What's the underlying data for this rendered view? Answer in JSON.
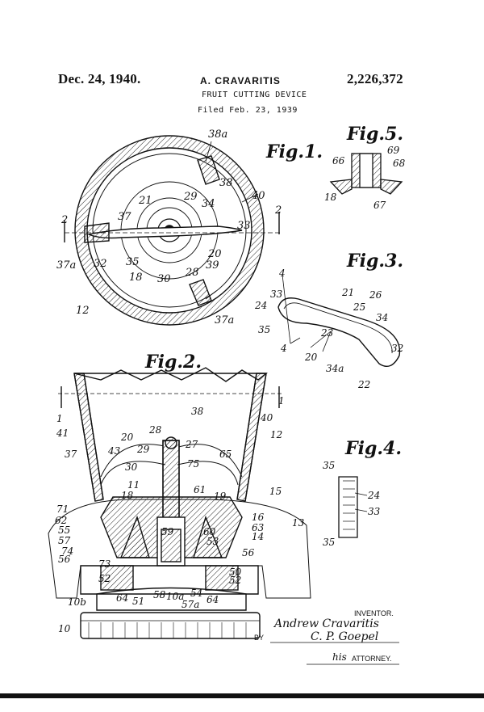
{
  "header": {
    "date": "Dec. 24, 1940.",
    "inventor_name": "A. CRAVARITIS",
    "patent_number": "2,226,372",
    "title": "FRUIT CUTTING DEVICE",
    "filed": "Filed Feb. 23, 1939"
  },
  "figures": {
    "fig1": "Fig.1.",
    "fig2": "Fig.2.",
    "fig3": "Fig.3.",
    "fig4": "Fig.4.",
    "fig5": "Fig.5."
  },
  "fig1_labels": [
    "38a",
    "38",
    "40",
    "21",
    "29",
    "34",
    "2",
    "33",
    "2",
    "37",
    "20",
    "37a",
    "32",
    "35",
    "18",
    "30",
    "28",
    "39",
    "12",
    "37a"
  ],
  "fig5_labels": [
    "66",
    "69",
    "68",
    "18",
    "67"
  ],
  "fig3_labels": [
    "4",
    "21",
    "26",
    "33",
    "25",
    "24",
    "34",
    "35",
    "4",
    "23",
    "20",
    "34a",
    "32",
    "22"
  ],
  "fig2_labels": [
    "1",
    "1",
    "38",
    "40",
    "41",
    "28",
    "12",
    "20",
    "27",
    "65",
    "37",
    "43",
    "29",
    "30",
    "75",
    "11",
    "61",
    "15",
    "19",
    "18",
    "71",
    "16",
    "62",
    "63",
    "13",
    "55",
    "14",
    "57",
    "60",
    "59",
    "53",
    "74",
    "56",
    "56",
    "73",
    "50",
    "52",
    "52",
    "10b",
    "64",
    "51",
    "58",
    "10a",
    "54",
    "64",
    "57a",
    "10"
  ],
  "fig4_labels": [
    "35",
    "24",
    "33",
    "35"
  ],
  "signature": {
    "inventor_caption": "INVENTOR.",
    "inventor_signature": "Andrew Cravaritis",
    "by": "BY",
    "attorney_signature": "C. P. Goepel",
    "attorney_caption": "ATTORNEY.",
    "attorney_prefix": "his"
  }
}
